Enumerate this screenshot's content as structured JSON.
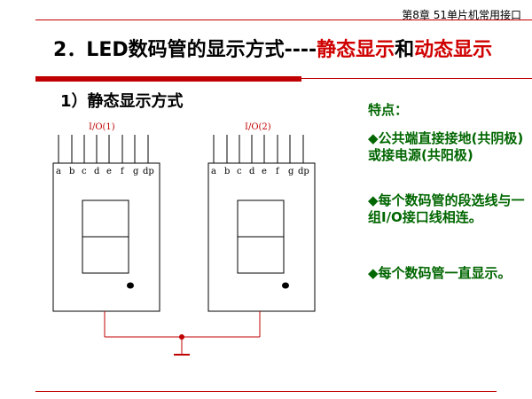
{
  "header": {
    "chapter": "第8章  51单片机常用接口"
  },
  "title": {
    "prefix": "2．LED数码管的显示方式----",
    "static_part": "静态显示",
    "join": "和",
    "dynamic_part": "动态显示"
  },
  "subtitle": "1）静态显示方式",
  "features": {
    "heading": "特点：",
    "item1": "◆公共端直接接地(共阴极)或接电源(共阳极)",
    "item2": "◆每个数码管的段选线与一组I/O接口线相连。",
    "item3": "◆每个数码管一直显示。"
  },
  "diagram": {
    "io_left": "I/O(1)",
    "io_right": "I/O(2)",
    "seg_a": "a",
    "seg_b": "b",
    "seg_c": "c",
    "seg_d": "d",
    "seg_e": "e",
    "seg_f": "f",
    "seg_g": "g",
    "seg_dp": "dp"
  },
  "colors": {
    "accent_red": "#c00000",
    "feature_green": "#006600"
  }
}
